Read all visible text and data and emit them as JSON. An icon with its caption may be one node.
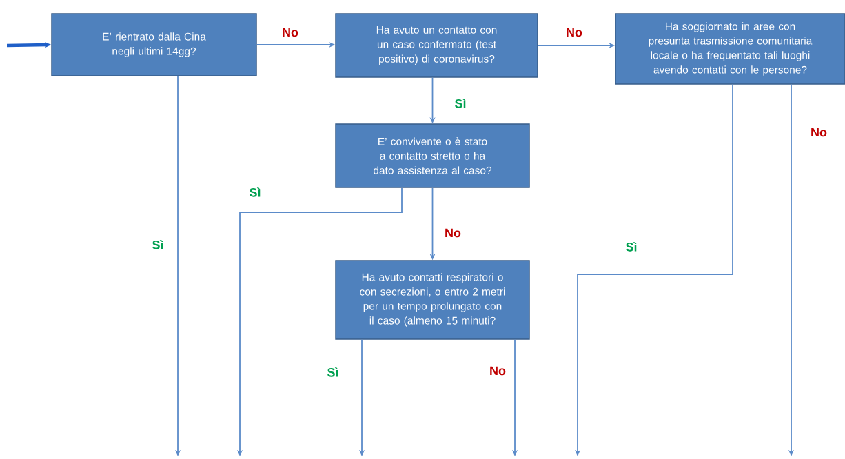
{
  "diagram": {
    "nodes": [
      {
        "text": [
          "E’ rientrato dalla Cina negli ultimi 14gg?"
        ]
      },
      {
        "text": [
          "Ha avuto un contatto con un caso confermato (test positivo) di coronavirus?"
        ]
      },
      {
        "text": [
          "Ha soggiornato in aree con presunta trasmissione comunitaria locale o ha frequentato tali luoghi avendo contatti con le persone?"
        ]
      },
      {
        "text": [
          "E’ convivente o è stato a contatto stretto o ha dato assistenza al caso?"
        ]
      },
      {
        "text": [
          "Ha avuto contatti respiratori o con secrezioni, o entro 2 metri per un tempo prolungato con il caso (almeno 15 minuti?"
        ]
      }
    ],
    "edges": [
      {
        "from": null,
        "to": 0,
        "arrow": "to",
        "style": "thick",
        "color": "#1f5fc8"
      },
      {
        "from": 0,
        "to": 1,
        "arrow": "to",
        "label": "No"
      },
      {
        "from": 1,
        "to": 2,
        "arrow": "to",
        "label": "No"
      },
      {
        "from": 1,
        "to": 3,
        "arrow": "to",
        "label": "Sì"
      },
      {
        "from": 3,
        "to": 4,
        "arrow": "to",
        "label": "No"
      },
      {
        "from": 0,
        "to": null,
        "arrow": "to",
        "label": "Sì"
      },
      {
        "from": 3,
        "to": null,
        "arrow": "to",
        "label": "Sì"
      },
      {
        "from": 4,
        "to": null,
        "arrow": "to",
        "label": "Sì"
      },
      {
        "from": 4,
        "to": null,
        "arrow": "to",
        "label": "No"
      },
      {
        "from": 2,
        "to": null,
        "arrow": "to",
        "label": "Sì"
      },
      {
        "from": 2,
        "to": null,
        "arrow": "to",
        "label": "No"
      }
    ]
  }
}
